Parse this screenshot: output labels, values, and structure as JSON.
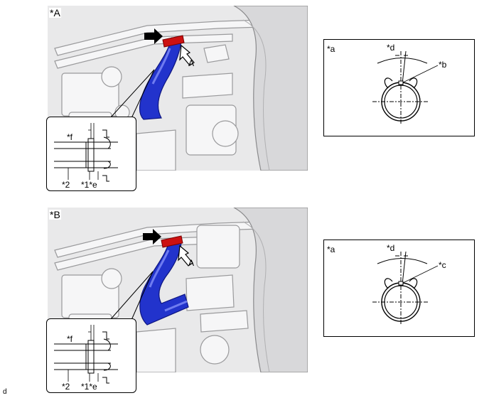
{
  "top_view": {
    "label": "*A",
    "arrow_label": "A",
    "detail_labels": {
      "f": "*f",
      "two": "*2",
      "one_e": "*1*e"
    }
  },
  "bottom_view": {
    "label": "*B",
    "arrow_label": "A",
    "detail_labels": {
      "f": "*f",
      "two": "*2",
      "one_e": "*1*e"
    }
  },
  "clamp_top": {
    "a": "*a",
    "d": "*d",
    "mark": "*b"
  },
  "clamp_bottom": {
    "a": "*a",
    "d": "*d",
    "mark": "*c"
  },
  "footer": "d",
  "colors": {
    "hose": "#2233cc",
    "clamp": "#cc1111",
    "photo_bg": "#e9e9ea"
  }
}
